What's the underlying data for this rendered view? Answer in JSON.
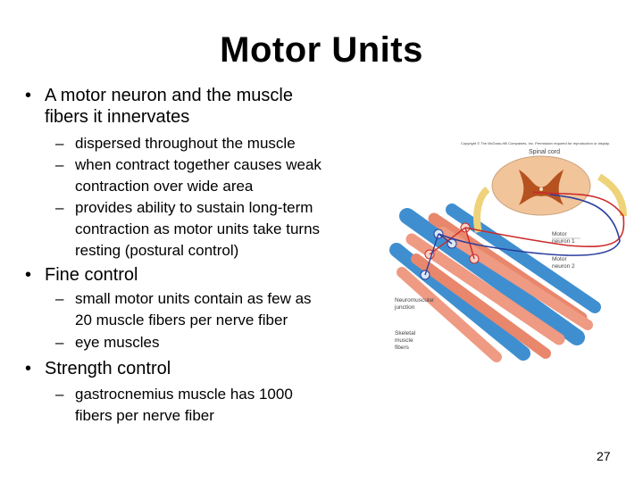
{
  "title": "Motor Units",
  "bullets": [
    {
      "mark": "•",
      "lines": [
        "A motor neuron and the muscle",
        "fibers it innervates"
      ],
      "subs": [
        {
          "mark": "–",
          "lines": [
            "dispersed throughout the muscle"
          ]
        },
        {
          "mark": "–",
          "lines": [
            "when contract together causes weak",
            "contraction over wide area"
          ]
        },
        {
          "mark": "–",
          "lines": [
            "provides ability to sustain long-term",
            "contraction as motor units take turns",
            "resting (postural control)"
          ]
        }
      ]
    },
    {
      "mark": "•",
      "lines": [
        "Fine control"
      ],
      "subs": [
        {
          "mark": "–",
          "lines": [
            "small motor units contain as few as",
            "20 muscle fibers per nerve fiber"
          ]
        },
        {
          "mark": "–",
          "lines": [
            "eye muscles"
          ]
        }
      ]
    },
    {
      "mark": "•",
      "lines": [
        "Strength control"
      ],
      "subs": [
        {
          "mark": "–",
          "lines": [
            "gastrocnemius muscle has 1000",
            "fibers per nerve fiber"
          ]
        }
      ]
    }
  ],
  "figure": {
    "caption": "Copyright © The McGraw-Hill Companies, Inc. Permission required for reproduction or display.",
    "labels": {
      "spinal_cord": "Spinal cord",
      "motor_neuron_1": [
        "Motor",
        "neuron 1"
      ],
      "motor_neuron_2": [
        "Motor",
        "neuron 2"
      ],
      "nmj": [
        "Neuromuscular",
        "junction"
      ],
      "skeletal": [
        "Skeletal",
        "muscle",
        "fibers"
      ]
    },
    "colors": {
      "gray_matter": "#b5521f",
      "white_matter": "#f1c49a",
      "nerve": "#efd37a",
      "neuron_red": "#cc2a2a",
      "neuron_blue": "#2b3f9e",
      "fiber_pink": "#ef9a82",
      "fiber_blue": "#3f8fd0"
    }
  },
  "page_number": "27"
}
